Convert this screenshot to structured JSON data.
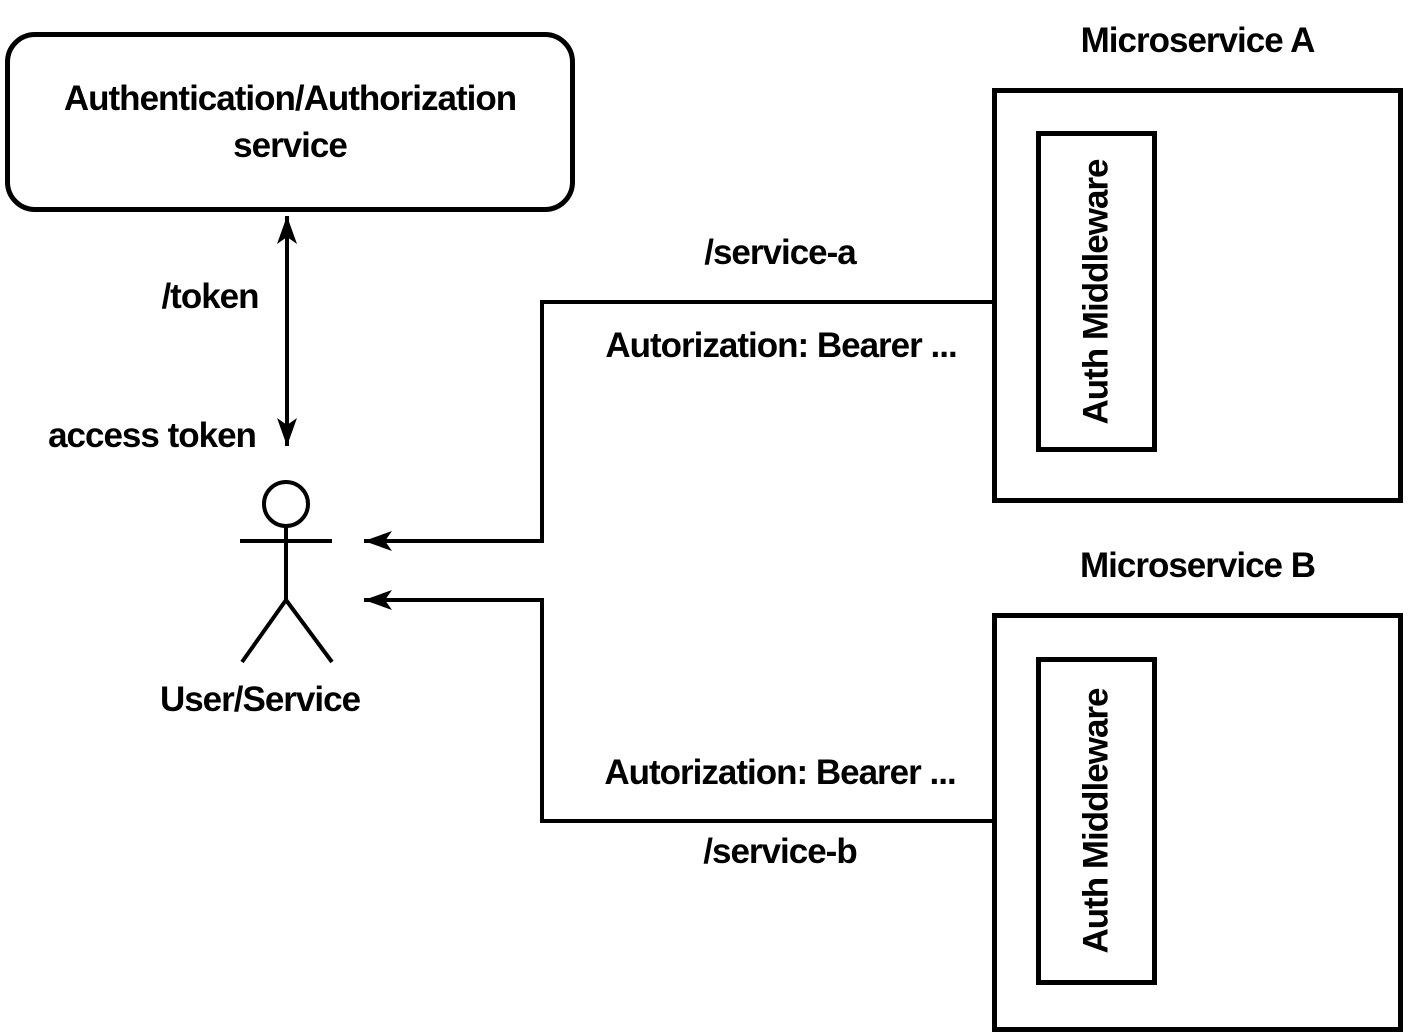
{
  "diagram": {
    "auth_service": {
      "label_line1": "Authentication/Authorization",
      "label_line2": "service"
    },
    "token_flow": {
      "request_label": "/token",
      "response_label": "access token"
    },
    "actor": {
      "label": "User/Service"
    },
    "microservice_a": {
      "title": "Microservice A",
      "middleware_label": "Auth Middleware",
      "request_path": "/service-a",
      "request_header": "Autorization: Bearer ..."
    },
    "microservice_b": {
      "title": "Microservice B",
      "middleware_label": "Auth Middleware",
      "request_path": "/service-b",
      "request_header": "Autorization: Bearer ..."
    },
    "colors": {
      "stroke": "#000000",
      "background": "#ffffff"
    }
  }
}
